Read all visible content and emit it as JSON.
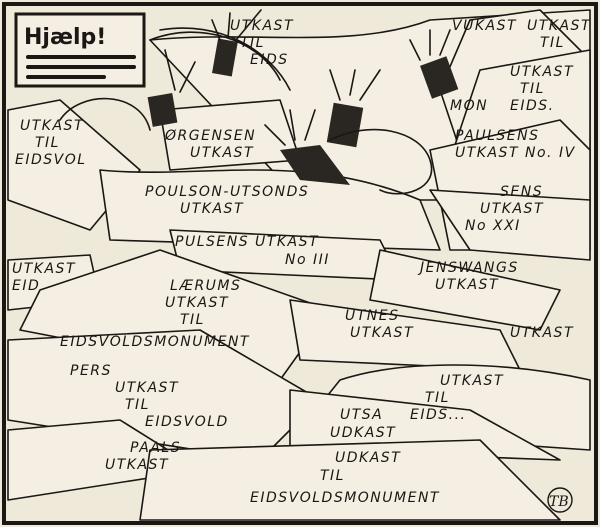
{
  "speech_bubble": {
    "text": "Hjælp!"
  },
  "sheets": [
    {
      "lines": [
        "UTKAST",
        "TIL",
        "EIDS"
      ]
    },
    {
      "lines": [
        "ØRGENSEN",
        "UTKAST"
      ]
    },
    {
      "lines": [
        "VUKAST"
      ]
    },
    {
      "lines": [
        "UTKAST",
        "TIL"
      ]
    },
    {
      "lines": [
        "UTKAST",
        "TIL",
        "EIDS."
      ]
    },
    {
      "lines": [
        "MON"
      ]
    },
    {
      "lines": [
        "PAULSENS",
        "UTKAST",
        "No. IV"
      ]
    },
    {
      "lines": [
        "UTKAST",
        "TIL",
        "EIDSVOL"
      ]
    },
    {
      "lines": [
        "POULSON-UTSONDS",
        "UTKAST"
      ]
    },
    {
      "lines": [
        "SENS",
        "UTKAST",
        "No XXI"
      ]
    },
    {
      "lines": [
        "PULSENS UTKAST",
        "No III"
      ]
    },
    {
      "lines": [
        "UTKAST",
        "EID"
      ]
    },
    {
      "lines": [
        "LÆRUMS",
        "UTKAST",
        "TIL",
        "EIDSVOLDSMONUMENT"
      ]
    },
    {
      "lines": [
        "JENSWANGS",
        "UTKAST"
      ]
    },
    {
      "lines": [
        "UTNES",
        "UTKAST"
      ]
    },
    {
      "lines": [
        "UTKAST"
      ]
    },
    {
      "lines": [
        "PERS",
        "UTKAST",
        "TIL",
        "EIDSVOLD"
      ]
    },
    {
      "lines": [
        "UTKAST",
        "TIL",
        "EIDS..."
      ]
    },
    {
      "lines": [
        "UTSA",
        "UDKAST"
      ]
    },
    {
      "lines": [
        "PAALS",
        "UTKAST"
      ]
    },
    {
      "lines": [
        "UDKAST",
        "TIL",
        "EIDSVOLDSMONUMENT"
      ]
    }
  ],
  "signature": "TB"
}
